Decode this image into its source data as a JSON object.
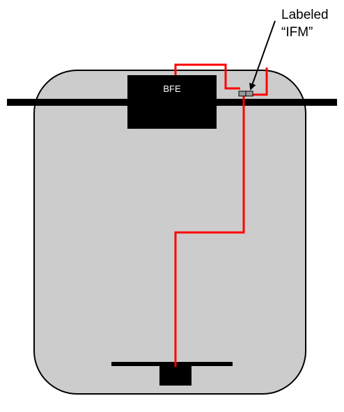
{
  "diagram": {
    "bfe_label": "BFE",
    "callout_line1": "Labeled",
    "callout_line2": "“IFM”"
  },
  "colors": {
    "vessel_fill": "#cccccc",
    "outline": "#000000",
    "wire": "#ff0000",
    "connector": "#9a9a9a"
  }
}
